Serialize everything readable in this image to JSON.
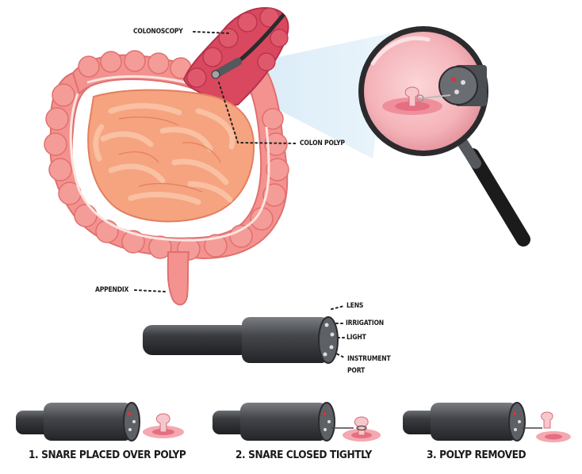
{
  "labels": {
    "colonoscopy": "COLONOSCOPY",
    "colon_polyp": "COLON POLYP",
    "appendix": "APPENDIX",
    "lens": "LENS",
    "irrigation": "IRRIGATION",
    "light": "LIGHT",
    "instrument_port_line1": "INSTRUMENT",
    "instrument_port_line2": "PORT"
  },
  "steps": [
    {
      "caption": "1. SNARE PLACED OVER POLYP"
    },
    {
      "caption": "2. SNARE CLOSED TIGHTLY"
    },
    {
      "caption": "3. POLYP REMOVED"
    }
  ],
  "colors": {
    "colon_outer": "#f3928f",
    "colon_inner": "#f7b3a7",
    "small_intestine": "#f6a380",
    "colon_red": "#d9485e",
    "scope_dark": "#2e3034",
    "scope_mid": "#5c5f64",
    "lens_bg": "#f6c0c6",
    "magnifier_handle": "#1b1b1b"
  }
}
